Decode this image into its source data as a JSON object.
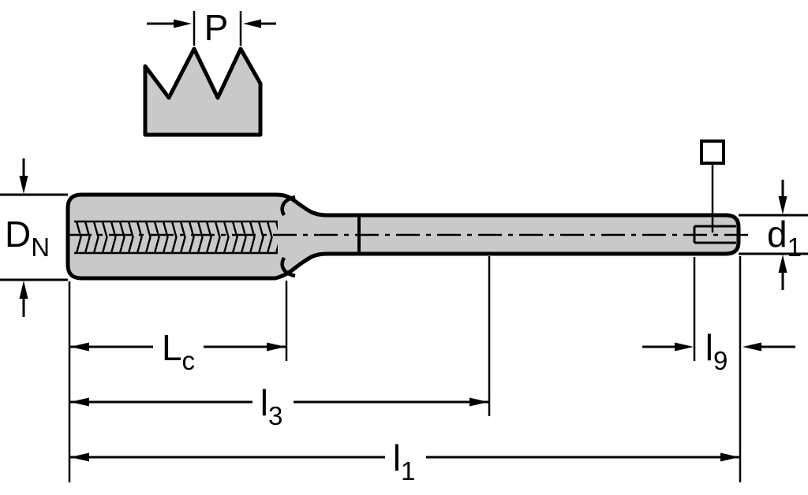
{
  "colors": {
    "line": "#000000",
    "body_fill": "#c9c9c9",
    "background": "#ffffff"
  },
  "labels": {
    "pitch": {
      "main": "P",
      "sub": ""
    },
    "nominal_diameter": {
      "main": "D",
      "sub": "N"
    },
    "shank_diameter": {
      "main": "d",
      "sub": "1"
    },
    "thread_length": {
      "main": "L",
      "sub": "c"
    },
    "neck_length": {
      "main": "l",
      "sub": "3"
    },
    "overall_length": {
      "main": "l",
      "sub": "1"
    },
    "square_length": {
      "main": "l",
      "sub": "9"
    }
  }
}
